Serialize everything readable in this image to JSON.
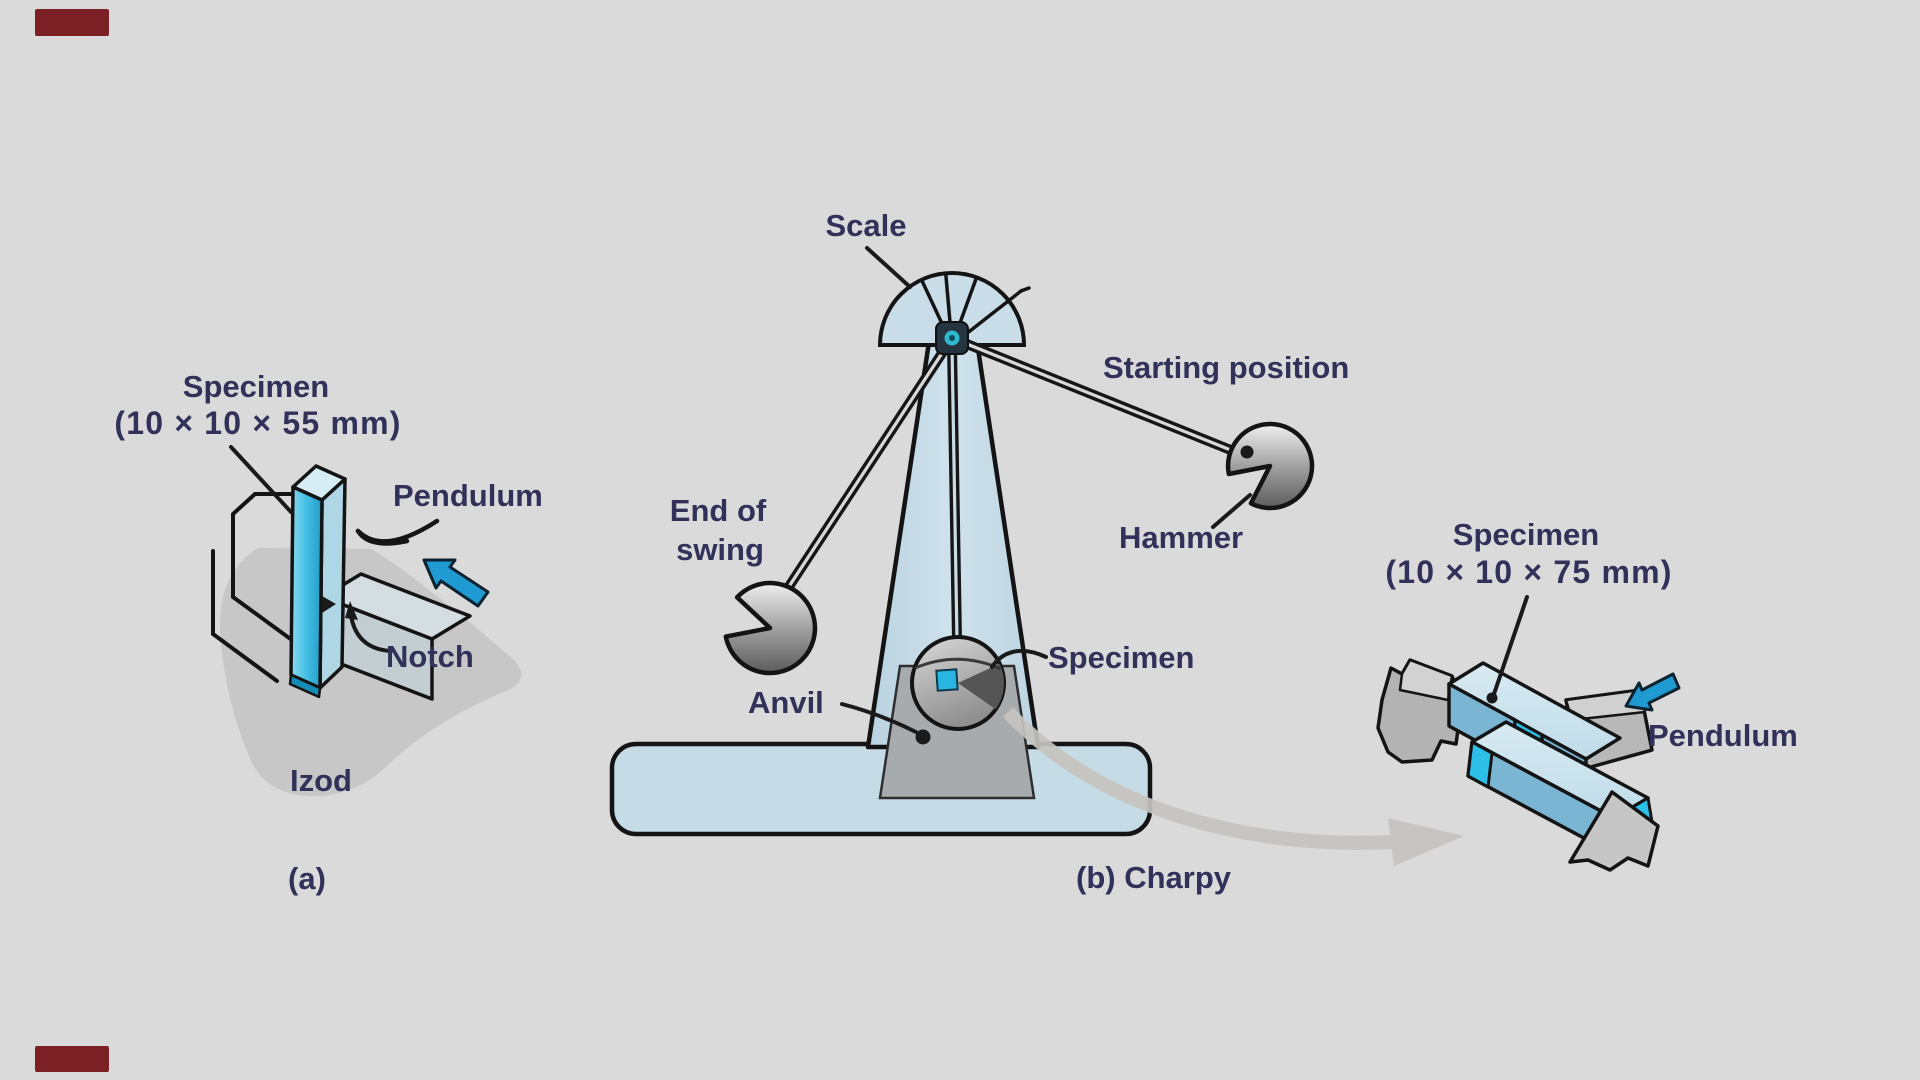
{
  "figure_title": "Izod and Charpy impact test diagram",
  "izod": {
    "specimen_label": "Specimen",
    "specimen_dims": "(10 × 10 × 55 mm)",
    "pendulum_label": "Pendulum",
    "notch_label": "Notch",
    "method_label": "Izod",
    "panel_label": "(a)"
  },
  "charpy": {
    "scale_label": "Scale",
    "starting_position_label": "Starting position",
    "hammer_label": "Hammer",
    "end_of_swing_line1": "End of",
    "end_of_swing_line2": "swing",
    "anvil_label": "Anvil",
    "specimen_label": "Specimen",
    "panel_label": "(b) Charpy"
  },
  "specimen_detail": {
    "specimen_label": "Specimen",
    "specimen_dims": "(10 × 10 × 75 mm)",
    "pendulum_label": "Pendulum"
  },
  "colors": {
    "background": "#dadada",
    "label_text": "#31315a",
    "machine_blue": "#c5dbe6",
    "specimen_cyan": "#3fc0e6",
    "arrow_blue": "#1f9ad2",
    "hammer_gray": "#9a9a9a",
    "shadow_gray": "#c7c7c7",
    "marker_red": "#7b2025"
  }
}
